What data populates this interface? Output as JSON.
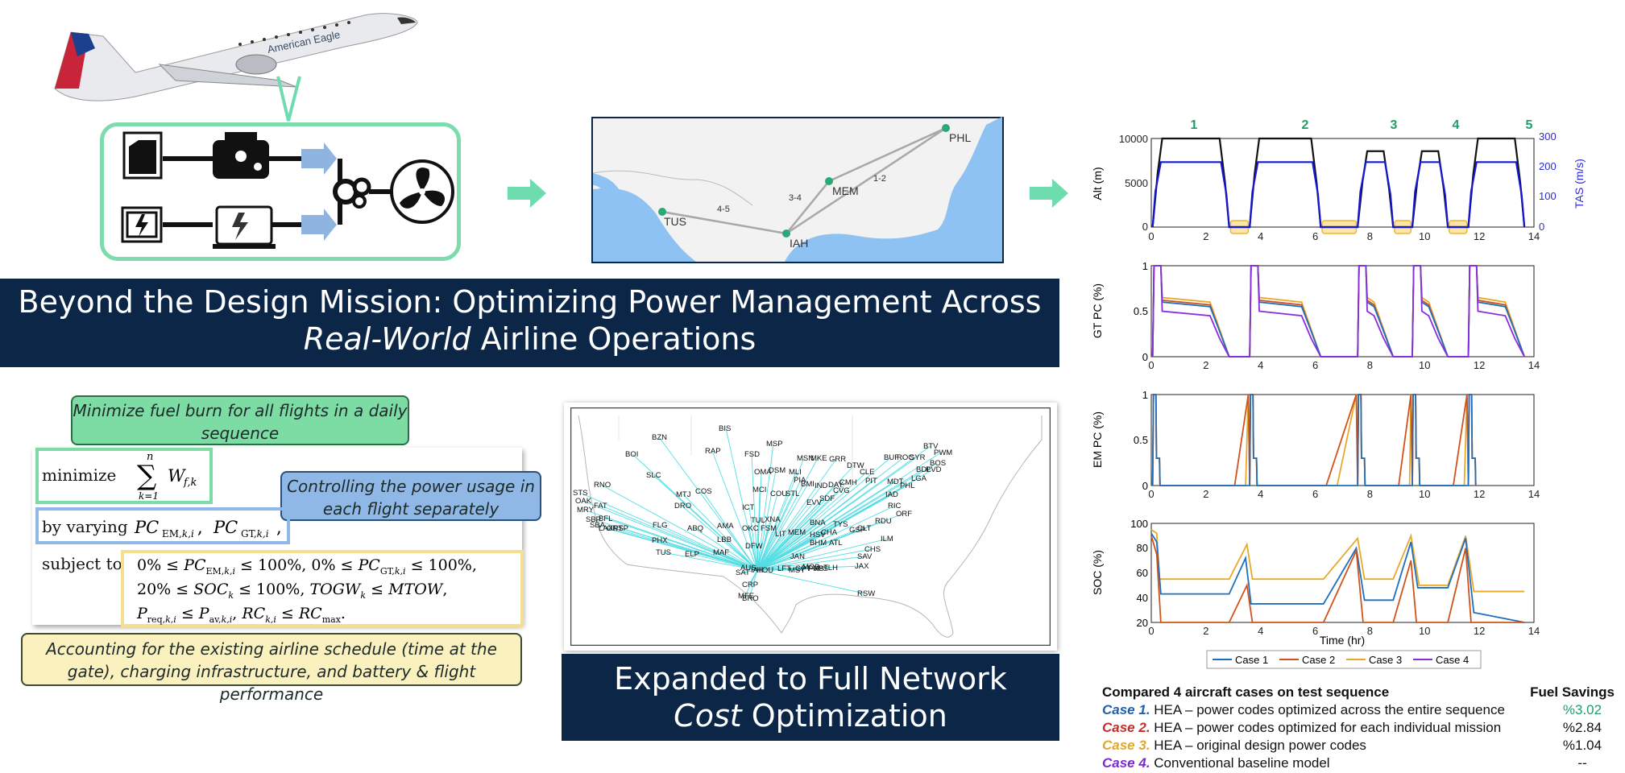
{
  "airplane": {
    "livery_text": "American Eagle"
  },
  "banner_top": {
    "line1": "Beyond the Design Mission: Optimizing Power Management Across",
    "line2_italic": "Real-World",
    "line2_rest": " Airline Operations"
  },
  "banner_bottom": {
    "line1": "Expanded to Full Network",
    "line2_italic": "Cost",
    "line2_rest": " Optimization"
  },
  "callouts": {
    "minimize": "Minimize fuel burn for all flights in a daily sequence",
    "controlling": "Controlling the power usage in each flight separately",
    "accounting": "Accounting for the existing airline schedule (time at the gate), charging infrastructure, and battery & flight performance"
  },
  "formula": {
    "minimize_label": "minimize",
    "by_varying_label": "by varying",
    "subject_to_label": "subject to"
  },
  "route_map": {
    "airports": [
      "PHL",
      "MEM",
      "IAH",
      "TUS"
    ],
    "leg_labels": [
      "1-2",
      "3-4",
      "4-5"
    ]
  },
  "network_map": {
    "hub": "IAH",
    "airports": [
      "BIS",
      "BZN",
      "MSP",
      "RAP",
      "FSD",
      "BOI",
      "MSN",
      "MKE",
      "GRR",
      "BUF",
      "ROC",
      "SYR",
      "BTV",
      "PWM",
      "BOS",
      "PVD",
      "BDL",
      "LGA",
      "DTW",
      "CLE",
      "OMA",
      "DSM",
      "MLI",
      "PIA",
      "BMI",
      "IND",
      "DAY",
      "CMH",
      "PIT",
      "MDT",
      "PHL",
      "IAD",
      "SLC",
      "RNO",
      "MCI",
      "COU",
      "STL",
      "CVG",
      "SDF",
      "EVV",
      "RIC",
      "ORF",
      "STS",
      "OAK",
      "MRY",
      "FAT",
      "SBP",
      "SBA",
      "BFL",
      "LAX",
      "PSP",
      "ONT",
      "MTJ",
      "DRO",
      "COS",
      "ICT",
      "TUL",
      "XNA",
      "FSM",
      "LIT",
      "MEM",
      "BNA",
      "TYS",
      "GSP",
      "CLT",
      "RDU",
      "HSV",
      "CHA",
      "ATL",
      "BHM",
      "CHS",
      "SAV",
      "ILM",
      "FLG",
      "ABQ",
      "AMA",
      "LBB",
      "OKC",
      "PHX",
      "TUS",
      "ELP",
      "MAF",
      "DFW",
      "JAN",
      "JAX",
      "SAT",
      "AUS",
      "HOU",
      "LFT",
      "MSY",
      "MOB",
      "GPT",
      "PNS",
      "TLH",
      "VPS",
      "CRP",
      "MFE",
      "BRO",
      "RSW"
    ]
  },
  "mission_chart": {
    "legs": [
      "1",
      "2",
      "3",
      "4",
      "5"
    ],
    "panels": [
      {
        "ylabel": "Alt (m)",
        "yticks": [
          "10000",
          "5000",
          "0"
        ],
        "y2label": "TAS (m/s)",
        "y2ticks": [
          "300",
          "200",
          "100",
          "0"
        ]
      },
      {
        "ylabel": "GT PC (%)",
        "yticks": [
          "1",
          "0.5",
          "0"
        ]
      },
      {
        "ylabel": "EM PC (%)",
        "yticks": [
          "1",
          "0.5",
          "0"
        ]
      },
      {
        "ylabel": "SOC (%)",
        "yticks": [
          "100",
          "80",
          "60",
          "40",
          "20"
        ]
      }
    ],
    "xticks": [
      "0",
      "2",
      "4",
      "6",
      "8",
      "10",
      "12",
      "14"
    ],
    "xlabel": "Time (hr)",
    "legend": [
      "Case 1",
      "Case 2",
      "Case 3",
      "Case 4"
    ],
    "colors": {
      "case1": "#1f6fbf",
      "case2": "#d0531a",
      "case3": "#e8a92a",
      "case4": "#8a2be2",
      "alt": "#111111",
      "tas": "#1616d6",
      "axis2": "#2b2bd9",
      "legs": "#1e9e66",
      "gate": "#f2c230"
    }
  },
  "summary": {
    "title": "Compared 4 aircraft cases on test sequence",
    "savings_header": "Fuel Savings",
    "rows": [
      {
        "case": "Case 1.",
        "text": " HEA – power codes optimized across the entire sequence",
        "value": "%3.02",
        "color": "#1f5fa8",
        "value_color": "#1e9e66"
      },
      {
        "case": "Case 2.",
        "text": " HEA – power codes optimized for each individual mission",
        "value": "%2.84",
        "color": "#c0302a",
        "value_color": "#111111"
      },
      {
        "case": "Case 3.",
        "text": " HEA – original design power codes",
        "value": "%1.04",
        "color": "#e0a82a",
        "value_color": "#111111"
      },
      {
        "case": "Case 4.",
        "text": " Conventional baseline model",
        "value": "--",
        "color": "#7a2bd0",
        "value_color": "#111111"
      }
    ]
  }
}
